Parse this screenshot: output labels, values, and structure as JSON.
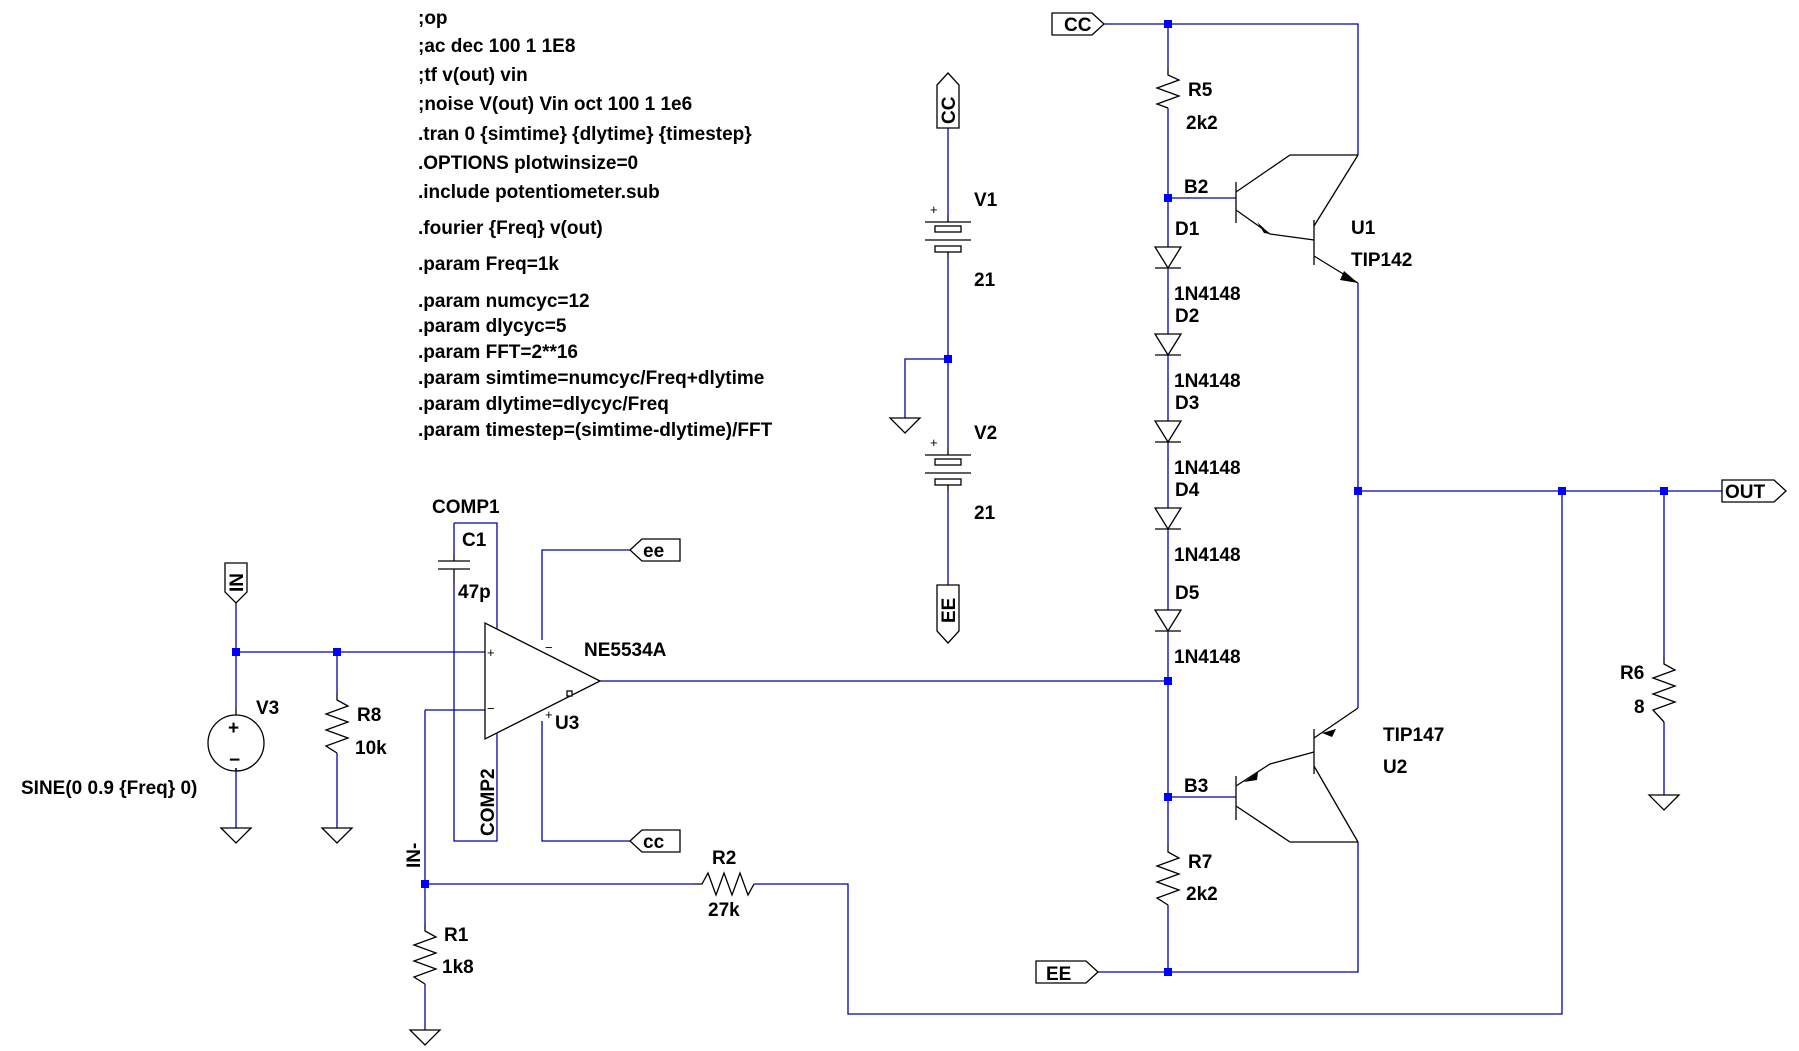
{
  "directives": [
    ";op",
    ";ac dec 100 1 1E8",
    ";tf v(out) vin",
    ";noise V(out) Vin oct 100 1 1e6",
    ".tran 0 {simtime} {dlytime} {timestep}",
    ".OPTIONS plotwinsize=0",
    ".include potentiometer.sub",
    ".fourier {Freq} v(out)",
    ".param Freq=1k",
    ".param numcyc=12",
    ".param dlycyc=5",
    ".param FFT=2**16",
    ".param simtime=numcyc/Freq+dlytime",
    ".param dlytime=dlycyc/Freq",
    ".param timestep=(simtime-dlytime)/FFT"
  ],
  "net_labels": {
    "cc_top": "CC",
    "cc_supply": "CC",
    "ee_supply": "EE",
    "ee_bottom": "EE",
    "out": "OUT",
    "in": "IN",
    "ee_opamp": "ee",
    "cc_opamp": "cc",
    "in_minus": "IN-",
    "comp1": "COMP1",
    "comp2": "COMP2",
    "b2": "B2",
    "b3": "B3"
  },
  "components": {
    "r5": {
      "name": "R5",
      "value": "2k2"
    },
    "r7": {
      "name": "R7",
      "value": "2k2"
    },
    "r6": {
      "name": "R6",
      "value": "8"
    },
    "r8": {
      "name": "R8",
      "value": "10k"
    },
    "r1": {
      "name": "R1",
      "value": "1k8"
    },
    "r2": {
      "name": "R2",
      "value": "27k"
    },
    "c1": {
      "name": "C1",
      "value": "47p"
    },
    "v1": {
      "name": "V1",
      "value": "21"
    },
    "v2": {
      "name": "V2",
      "value": "21"
    },
    "v3": {
      "name": "V3",
      "value": "SINE(0 0.9 {Freq} 0)"
    },
    "u1": {
      "name": "U1",
      "value": "TIP142"
    },
    "u2": {
      "name": "U2",
      "value": "TIP147"
    },
    "u3": {
      "name": "U3",
      "value": "NE5534A"
    },
    "d1": {
      "name": "D1",
      "value": "1N4148"
    },
    "d2": {
      "name": "D2",
      "value": "1N4148"
    },
    "d3": {
      "name": "D3",
      "value": "1N4148"
    },
    "d4": {
      "name": "D4",
      "value": "1N4148"
    },
    "d5": {
      "name": "D5",
      "value": "1N4148"
    }
  },
  "pin_marks": {
    "plus": "+",
    "minus": "−"
  },
  "colors": {
    "wire": "#0000aa",
    "junction": "#0000ff",
    "component": "#000000",
    "background": "#ffffff"
  }
}
